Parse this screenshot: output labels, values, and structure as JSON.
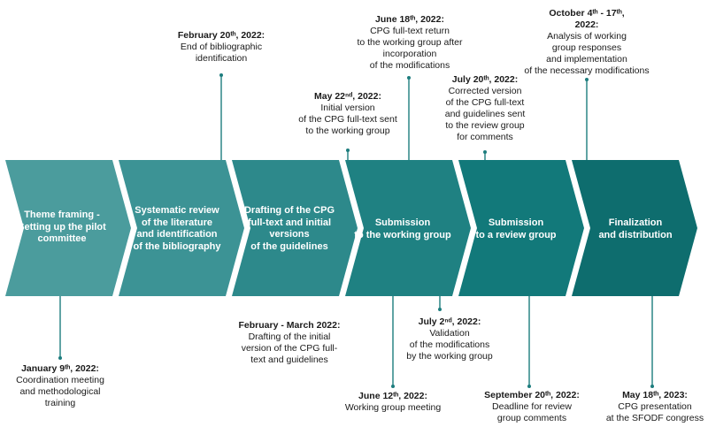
{
  "colors": {
    "steps": [
      "#4b9c9d",
      "#3c9395",
      "#2d898b",
      "#1f8182",
      "#12797a",
      "#0e6d6e"
    ],
    "connector": "#1d7d7e",
    "text": "#1a1a1a",
    "step_text": "#ffffff"
  },
  "steps": [
    {
      "label": "Theme framing -\nSetting up the pilot\ncommittee"
    },
    {
      "label": "Systematic review\nof the literature\nand identification\nof the bibliography"
    },
    {
      "label": "Drafting of the CPG\nfull-text and initial\nversions\nof the guidelines"
    },
    {
      "label": "Submission\nto the working group"
    },
    {
      "label": "Submission\nto a review group"
    },
    {
      "label": "Finalization\nand distribution"
    }
  ],
  "milestones_top": [
    {
      "date": "February 20ᵗʰ, 2022:",
      "desc": "End of bibliographic\nidentification"
    },
    {
      "date": "May 22ⁿᵈ, 2022:",
      "desc": "Initial version\nof the CPG full-text sent\nto the working group"
    },
    {
      "date": "June 18ᵗʰ, 2022:",
      "desc": "CPG full-text return\nto the working group after\nincorporation\nof the modifications"
    },
    {
      "date": "July 20ᵗʰ, 2022:",
      "desc": "Corrected version\nof the CPG full-text\nand guidelines sent\nto the review group\nfor comments"
    },
    {
      "date": "October 4ᵗʰ - 17ᵗʰ,\n2022:",
      "desc": "Analysis of working\ngroup responses\nand implementation\nof the necessary modifications"
    }
  ],
  "milestones_bottom": [
    {
      "date": "January 9ᵗʰ, 2022:",
      "desc": "Coordination meeting\nand methodological\ntraining"
    },
    {
      "date": "February - March 2022:",
      "desc": "Drafting of the initial\nversion of the CPG full-\ntext and guidelines"
    },
    {
      "date": "June 12ᵗʰ, 2022:",
      "desc": "Working group meeting"
    },
    {
      "date": "July 2ⁿᵈ, 2022:",
      "desc": "Validation\nof the modifications\nby the working group"
    },
    {
      "date": "September 20ᵗʰ, 2022:",
      "desc": "Deadline for review\ngroup comments"
    },
    {
      "date": "May 18ᵗʰ, 2023:",
      "desc": "CPG presentation\nat the SFODF congress"
    }
  ]
}
